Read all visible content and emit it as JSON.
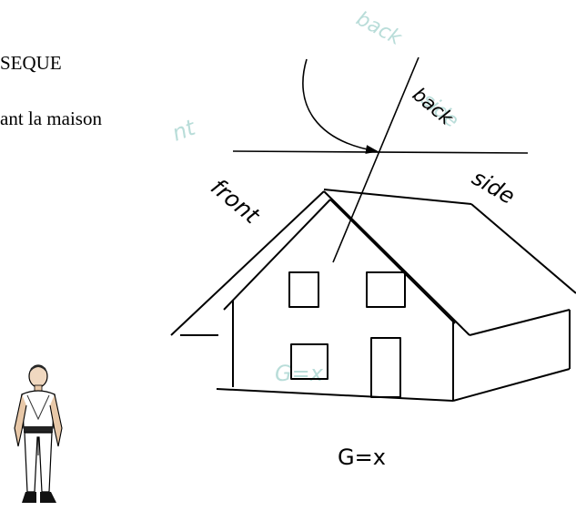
{
  "text": {
    "seque": "SEQUE",
    "maison": "ant la maison"
  },
  "labels": {
    "front": "front",
    "back": "back",
    "side": "side",
    "equation": "G=x"
  },
  "ghost_labels": {
    "back": "back",
    "side": "side",
    "front_fragment": "nt",
    "equation": "G=x"
  },
  "colors": {
    "ink": "#000000",
    "ghost": "#b9ddd9"
  }
}
